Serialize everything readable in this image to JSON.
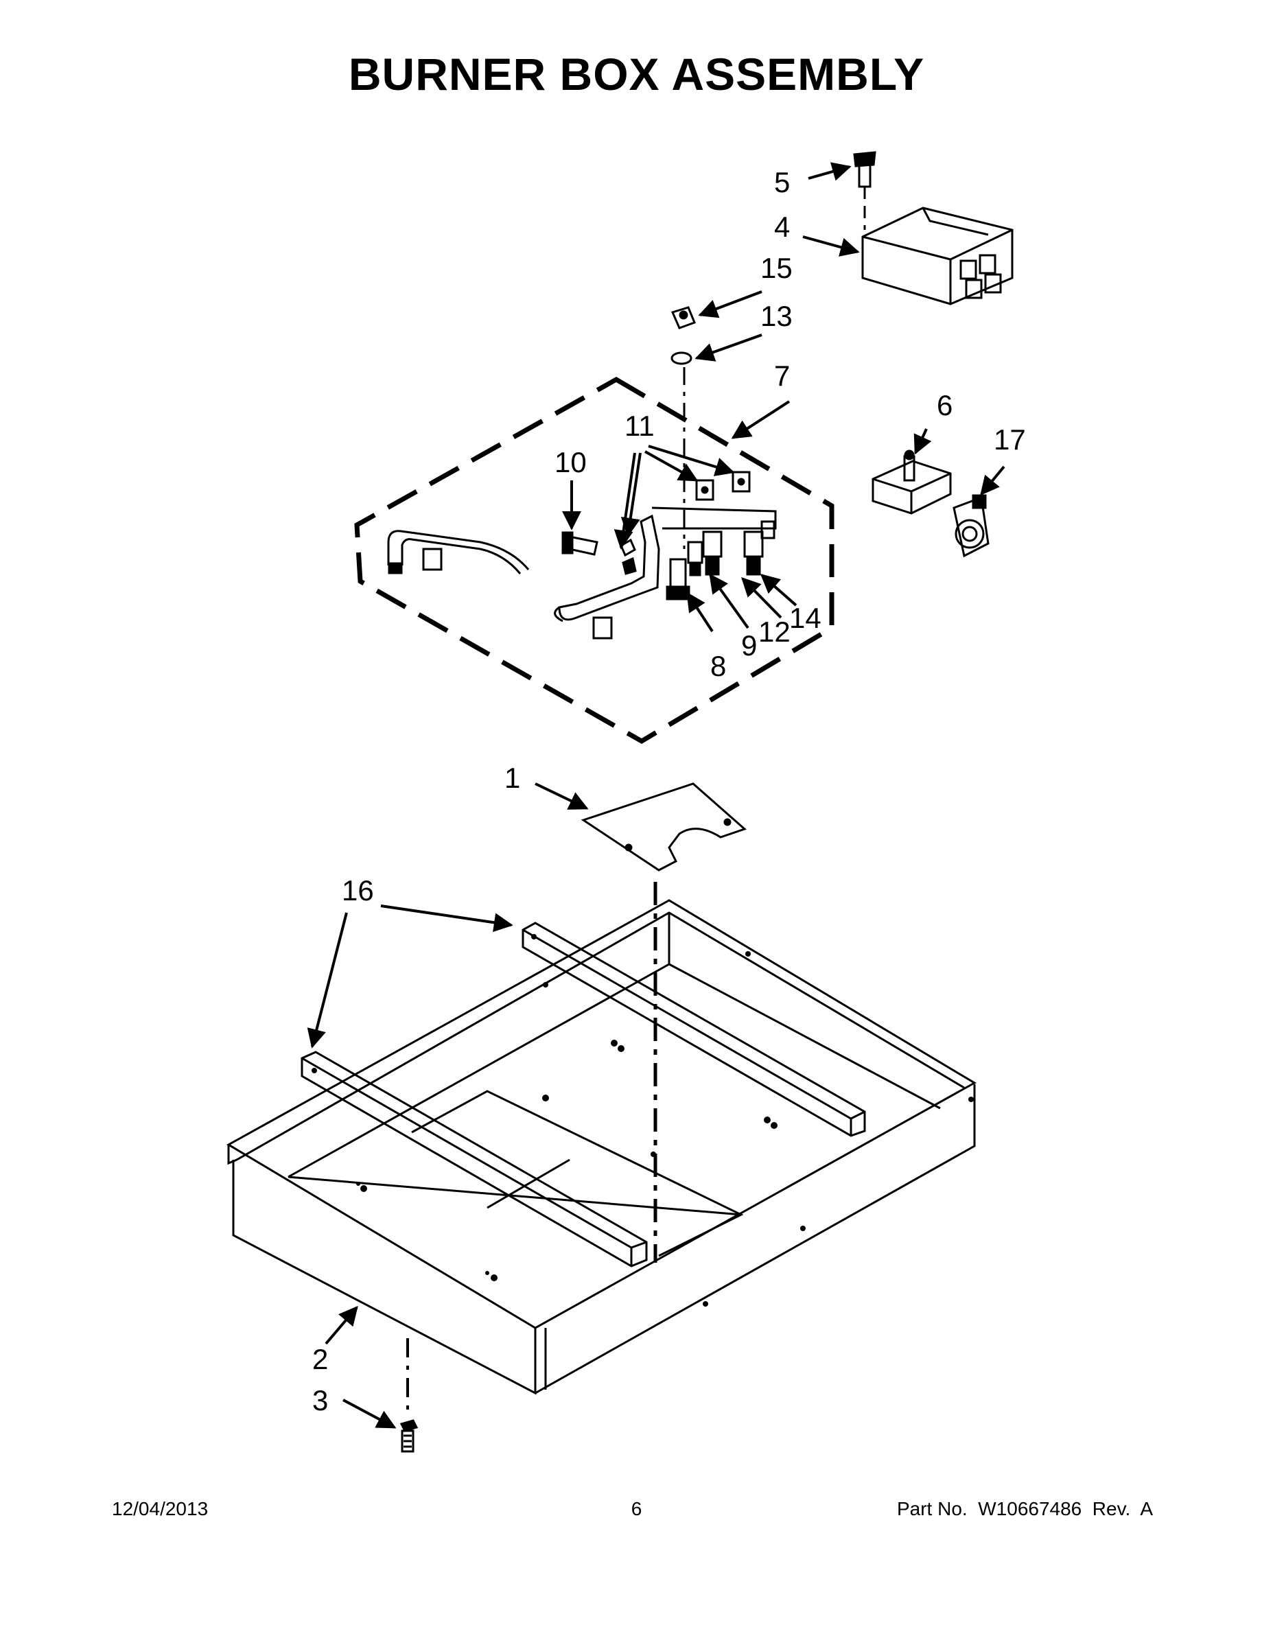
{
  "title": "BURNER BOX ASSEMBLY",
  "callouts": [
    "1",
    "2",
    "3",
    "4",
    "5",
    "6",
    "7",
    "8",
    "9",
    "10",
    "11",
    "12",
    "13",
    "14",
    "15",
    "16",
    "17"
  ],
  "footer": {
    "date": "12/04/2013",
    "page": "6",
    "part": "Part No.  W10667486  Rev.  A"
  }
}
